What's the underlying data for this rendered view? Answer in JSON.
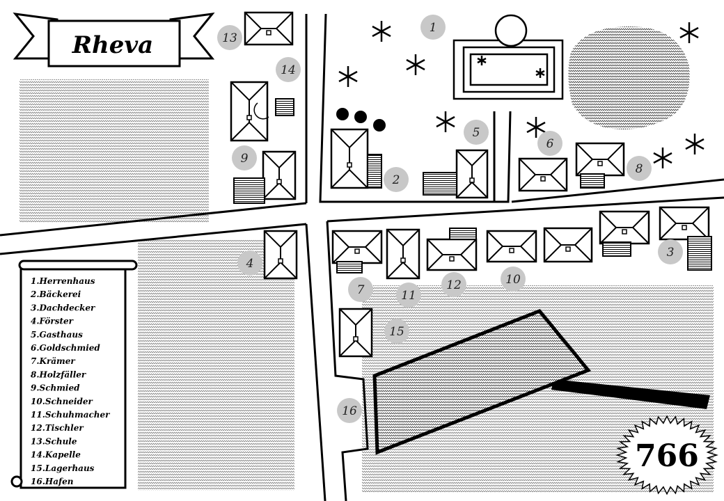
{
  "map": {
    "title": "Rheva",
    "page_number": "766",
    "markers": [
      "1",
      "2",
      "3",
      "4",
      "5",
      "6",
      "7",
      "8",
      "9",
      "10",
      "11",
      "12",
      "13",
      "14",
      "15",
      "16"
    ],
    "legend": [
      "1.Herrenhaus",
      "2.Bäckerei",
      "3.Dachdecker",
      "4.Förster",
      "5.Gasthaus",
      "6.Goldschmied",
      "7.Krämer",
      "8.Holzfäller",
      "9.Schmied",
      "10.Schneider",
      "11.Schuhmacher",
      "12.Tischler",
      "13.Schule",
      "14.Kapelle",
      "15.Lagerhaus",
      "16.Hafen"
    ],
    "colors": {
      "ink": "#000000",
      "marker": "#c8c8c8",
      "paper": "#ffffff"
    }
  }
}
